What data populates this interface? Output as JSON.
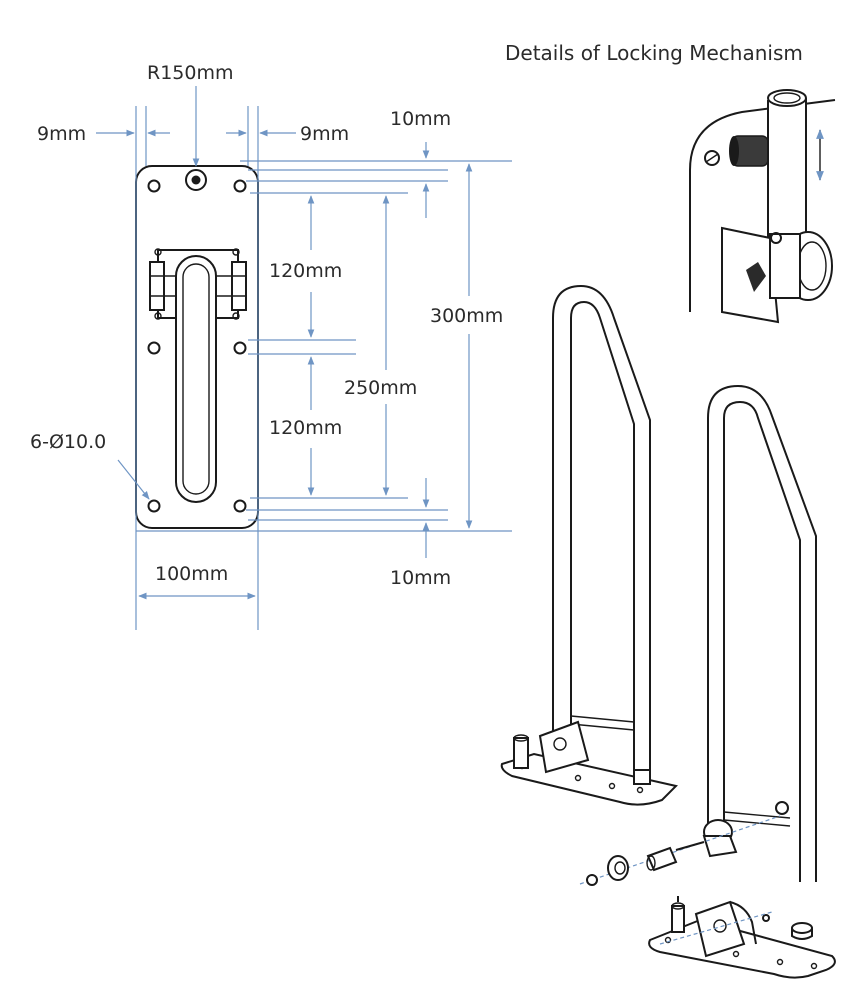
{
  "diagram": {
    "title": "Details of Locking Mechanism",
    "dimensions": {
      "radius": "R150mm",
      "left_margin": "9mm",
      "right_margin": "9mm",
      "top_offset": "10mm",
      "bottom_offset": "10mm",
      "upper_spacing": "120mm",
      "lower_spacing": "120mm",
      "hole_span": "250mm",
      "plate_height": "300mm",
      "plate_width": "100mm",
      "holes": "6-Ø10.0"
    }
  }
}
